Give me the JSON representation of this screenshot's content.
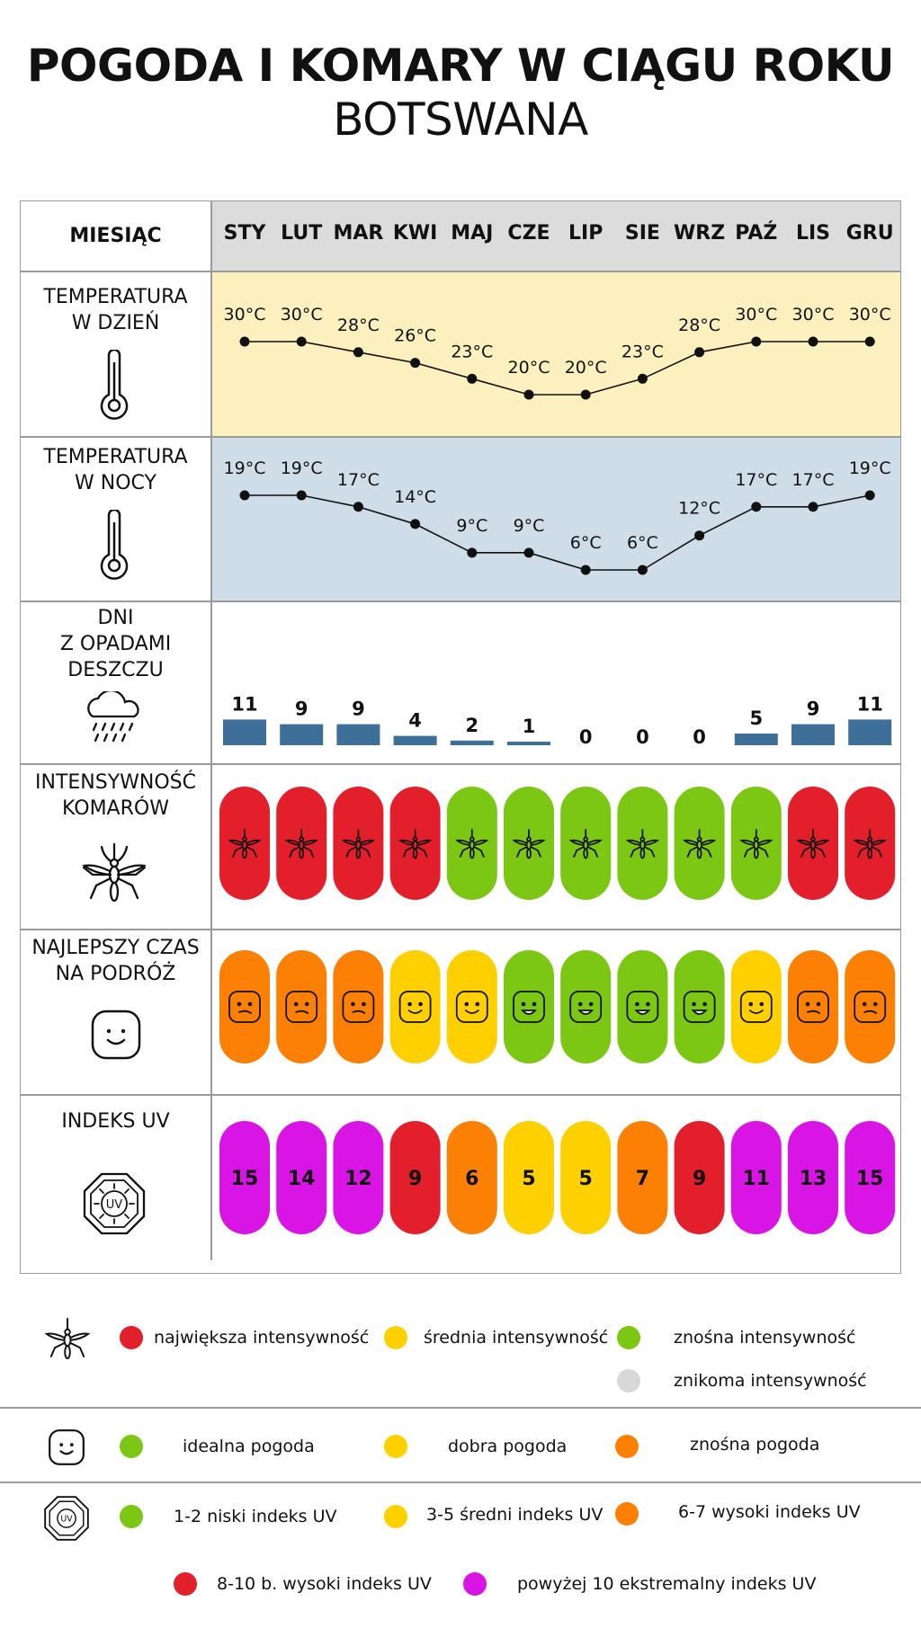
{
  "header": {
    "title": "POGODA I KOMARY W CIĄGU ROKU",
    "subtitle": "BOTSWANA"
  },
  "rows": {
    "month": "MIESIĄC",
    "day_temp": [
      "TEMPERATURA",
      "W DZIEŃ"
    ],
    "night_temp": [
      "TEMPERATURA",
      "W NOCY"
    ],
    "rain": [
      "DNI",
      "Z OPADAMI",
      "DESZCZU"
    ],
    "mosquito": [
      "INTENSYWNOŚĆ",
      "KOMARÓW"
    ],
    "travel": [
      "NAJLEPSZY CZAS",
      "NA PODRÓŻ"
    ],
    "uv": [
      "INDEKS UV"
    ]
  },
  "colors": {
    "red": "#e21f2a",
    "green": "#7cc614",
    "orange": "#fc8003",
    "yellow": "#fed000",
    "magenta": "#d915e6",
    "gray": "#d8d8d8",
    "rain_bar": "#3d6f98",
    "day_band": "#fcf0bf",
    "night_band": "#cfdde8"
  },
  "chart_data": {
    "type": "table",
    "months": [
      "STY",
      "LUT",
      "MAR",
      "KWI",
      "MAJ",
      "CZE",
      "LIP",
      "SIE",
      "WRZ",
      "PAŹ",
      "LIS",
      "GRU"
    ],
    "day_temperature": {
      "values": [
        30,
        30,
        28,
        26,
        23,
        20,
        20,
        23,
        28,
        30,
        30,
        30
      ],
      "labels": [
        "30°C",
        "30°C",
        "28°C",
        "26°C",
        "23°C",
        "20°C",
        "20°C",
        "23°C",
        "28°C",
        "30°C",
        "30°C",
        "30°C"
      ]
    },
    "night_temperature": {
      "values": [
        19,
        19,
        17,
        14,
        9,
        9,
        6,
        6,
        12,
        17,
        17,
        19
      ],
      "labels": [
        "19°C",
        "19°C",
        "17°C",
        "14°C",
        "9°C",
        "9°C",
        "6°C",
        "6°C",
        "12°C",
        "17°C",
        "17°C",
        "19°C"
      ]
    },
    "rain_days": {
      "values": [
        11,
        9,
        9,
        4,
        2,
        1,
        0,
        0,
        0,
        5,
        9,
        11
      ],
      "labels": [
        "11",
        "9",
        "9",
        "4",
        "2",
        "1",
        "0",
        "0",
        "0",
        "5",
        "9",
        "11"
      ]
    },
    "mosquito_intensity": [
      "red",
      "red",
      "red",
      "red",
      "green",
      "green",
      "green",
      "green",
      "green",
      "green",
      "red",
      "red"
    ],
    "best_travel_time": [
      "orange",
      "orange",
      "orange",
      "yellow",
      "yellow",
      "green",
      "green",
      "green",
      "green",
      "yellow",
      "orange",
      "orange"
    ],
    "uv_index": {
      "values": [
        15,
        14,
        12,
        9,
        6,
        5,
        5,
        7,
        9,
        11,
        13,
        15
      ],
      "labels": [
        "15",
        "14",
        "12",
        "9",
        "6",
        "5",
        "5",
        "7",
        "9",
        "11",
        "13",
        "15"
      ],
      "colors": [
        "magenta",
        "magenta",
        "magenta",
        "red",
        "orange",
        "yellow",
        "yellow",
        "orange",
        "red",
        "magenta",
        "magenta",
        "magenta"
      ]
    }
  },
  "legend": {
    "mosquito": {
      "high": "największa intensywność",
      "medium": "średnia intensywność",
      "tolerable": "znośna intensywność",
      "negligible": "znikoma intensywność"
    },
    "weather": {
      "ideal": "idealna pogoda",
      "good": "dobra pogoda",
      "tolerable": "znośna pogoda"
    },
    "uv": {
      "low": "1-2 niski indeks UV",
      "medium": "3-5 średni indeks UV",
      "high": "6-7 wysoki indeks UV",
      "very_high": "8-10 b. wysoki indeks UV",
      "extreme": "powyżej 10 ekstremalny indeks UV"
    },
    "uv_icon_label": "UV"
  }
}
